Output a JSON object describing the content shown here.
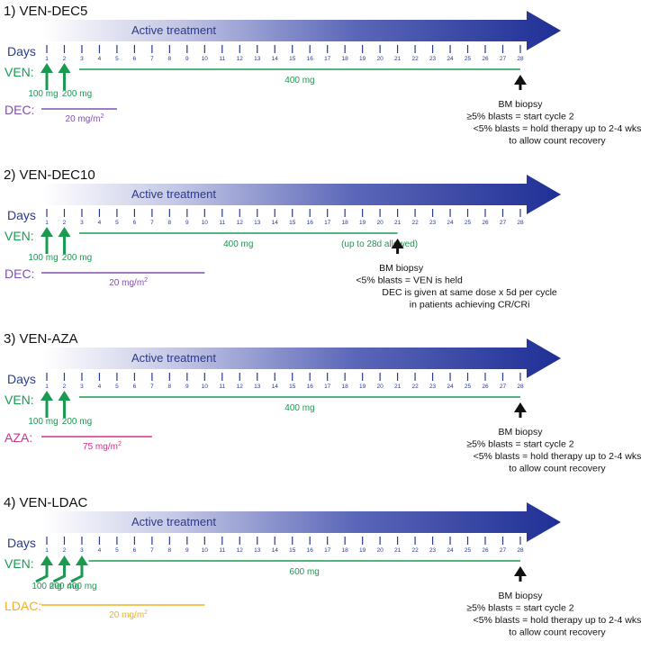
{
  "active_label": "Active treatment",
  "days_label": "Days",
  "day_numbers": [
    "1",
    "2",
    "3",
    "4",
    "5",
    "6",
    "7",
    "8",
    "9",
    "10",
    "11",
    "12",
    "13",
    "14",
    "15",
    "16",
    "17",
    "18",
    "19",
    "20",
    "21",
    "22",
    "23",
    "24",
    "25",
    "26",
    "27",
    "28"
  ],
  "colors": {
    "days_blue": "#2a3a8c",
    "ven_green": "#1a9a50",
    "dec_purple": "#8050b0",
    "aza_magenta": "#d0308a",
    "ldac_orange": "#f0b020",
    "arrow_dark": "#1f2f95"
  },
  "panels": [
    {
      "title": "1) VEN-DEC5",
      "drug_label": "VEN:",
      "ramp_doses": [
        "100 mg",
        "200 mg"
      ],
      "main_dose": "400 mg",
      "main_line_end_day": 28,
      "extra_note": "",
      "drug2_label": "DEC:",
      "drug2_dose": "20 mg/m",
      "drug2_sup": "2",
      "drug2_end_day": 5,
      "drug2_color": "#8050b0",
      "biopsy_day": 28,
      "biopsy_lines": [
        "BM biopsy",
        "≥5% blasts = start cycle 2",
        "<5% blasts = hold therapy up to 2-4 wks",
        "to allow count recovery"
      ]
    },
    {
      "title": "2) VEN-DEC10",
      "drug_label": "VEN:",
      "ramp_doses": [
        "100 mg",
        "200 mg"
      ],
      "main_dose": "400 mg",
      "main_line_end_day": 21,
      "extra_note": "(up to 28d allowed)",
      "drug2_label": "DEC:",
      "drug2_dose": "20 mg/m",
      "drug2_sup": "2",
      "drug2_end_day": 10,
      "drug2_color": "#8050b0",
      "biopsy_day": 21,
      "biopsy_lines": [
        "BM biopsy",
        "<5% blasts = VEN is held",
        "DEC is given at same dose x 5d per cycle",
        "in patients achieving CR/CRi"
      ]
    },
    {
      "title": "3) VEN-AZA",
      "drug_label": "VEN:",
      "ramp_doses": [
        "100 mg",
        "200 mg"
      ],
      "main_dose": "400 mg",
      "main_line_end_day": 28,
      "extra_note": "",
      "drug2_label": "AZA:",
      "drug2_dose": "75 mg/m",
      "drug2_sup": "2",
      "drug2_end_day": 7,
      "drug2_color": "#d0308a",
      "biopsy_day": 28,
      "biopsy_lines": [
        "BM biopsy",
        "≥5% blasts = start cycle 2",
        "<5% blasts = hold therapy up to 2-4 wks",
        "to allow count recovery"
      ]
    },
    {
      "title": "4) VEN-LDAC",
      "drug_label": "VEN:",
      "ramp_doses": [
        "100 mg",
        "200 mg",
        "400 mg"
      ],
      "main_dose": "600 mg",
      "main_line_end_day": 28,
      "extra_note": "",
      "drug2_label": "LDAC:",
      "drug2_dose": "20 mg/m",
      "drug2_sup": "2",
      "drug2_end_day": 10,
      "drug2_color": "#f0b020",
      "biopsy_day": 28,
      "biopsy_lines": [
        "BM biopsy",
        "≥5% blasts = start cycle 2",
        "<5% blasts = hold therapy up to 2-4 wks",
        "to allow count recovery"
      ]
    }
  ]
}
